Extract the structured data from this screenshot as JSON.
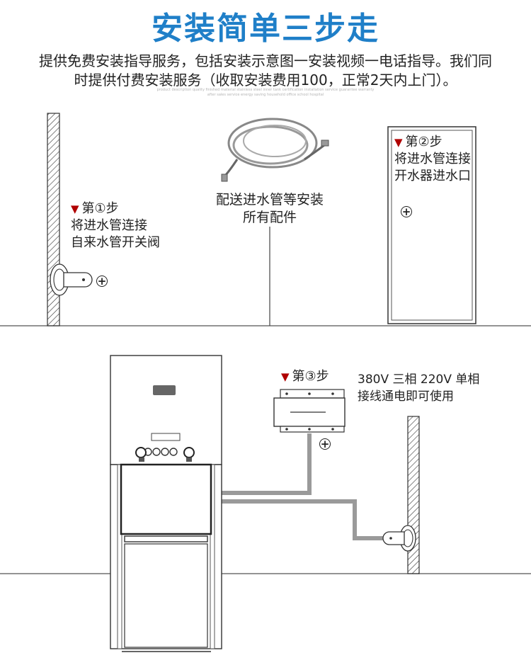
{
  "title": "安装简单三步走",
  "intro": {
    "line1": "提供免费安装指导服务，包括安装示意图一安装视频一电话指导。我们同",
    "line2": "时提供付费安装服务（收取安装费用100，正常2天内上门）。"
  },
  "fine_print": {
    "line1": "product description quality finished material stainless steel inner tank certification installation service guarantee warranty",
    "line2": "after sales service energy saving household office school hospital"
  },
  "step1": {
    "heading": "第①步",
    "line1": "将进水管连接",
    "line2": "自来水管开关阀"
  },
  "hose_caption": {
    "line1": "配送进水管等安装",
    "line2": "所有配件"
  },
  "step2": {
    "heading": "第②步",
    "line1": "将进水管连接",
    "line2": "开水器进水口"
  },
  "step3": {
    "heading": "第③步"
  },
  "power": {
    "line1": "380V 三相 220V 单相",
    "line2": "接线通电即可使用"
  },
  "colors": {
    "title": "#1f7fc8",
    "marker": "#b00000",
    "cable": "#9a9a9a"
  },
  "icons": [
    "triangle-down-icon",
    "plus-circle-icon"
  ]
}
